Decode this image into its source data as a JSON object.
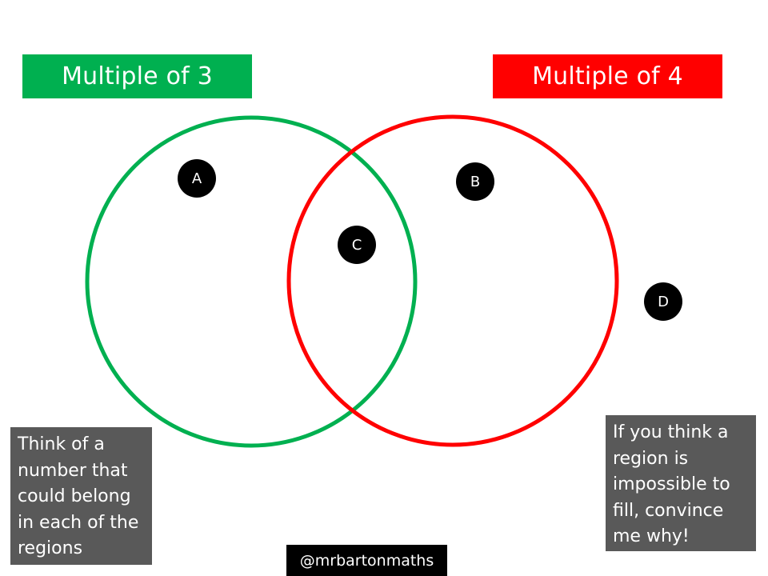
{
  "sets": [
    {
      "label": "Multiple of 3",
      "color": "#00b050"
    },
    {
      "label": "Multiple of 4",
      "color": "#ff0000"
    }
  ],
  "regions": [
    {
      "id": "A",
      "label": "A"
    },
    {
      "id": "B",
      "label": "B"
    },
    {
      "id": "C",
      "label": "C"
    },
    {
      "id": "D",
      "label": "D"
    }
  ],
  "notes": {
    "left": "Think of a number that could belong in each of the regions",
    "right": "If you think a region is impossible to fill, convince me why!"
  },
  "credit": "@mrbartonmaths"
}
